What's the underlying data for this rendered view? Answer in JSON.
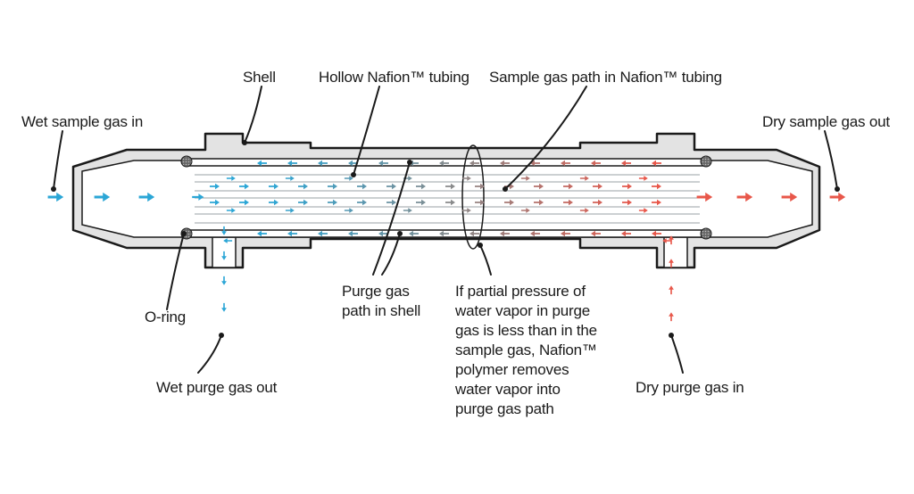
{
  "labels": {
    "shell": "Shell",
    "hollow_tubing": "Hollow Nafion™ tubing",
    "sample_gas_path": "Sample gas path in Nafion™ tubing",
    "wet_sample_in": "Wet sample gas in",
    "dry_sample_out": "Dry sample gas out",
    "o_ring": "O-ring",
    "purge_gas_path": [
      "Purge gas",
      "path in shell"
    ],
    "partial_pressure_note": [
      "If partial pressure of",
      "water vapor in purge",
      "gas is less than in the",
      "sample gas, Nafion™",
      "polymer removes",
      "water vapor into",
      "purge gas path"
    ],
    "wet_purge_out": "Wet purge gas out",
    "dry_purge_in": "Dry purge gas in"
  },
  "colors": {
    "wet": "#2ba6d6",
    "dry": "#e8574a",
    "transition": "#8a8a8a",
    "housing_fill": "#e3e3e3",
    "outline": "#1a1a1a"
  },
  "icons": [
    "o-ring-icon",
    "flow-arrow-icon"
  ]
}
